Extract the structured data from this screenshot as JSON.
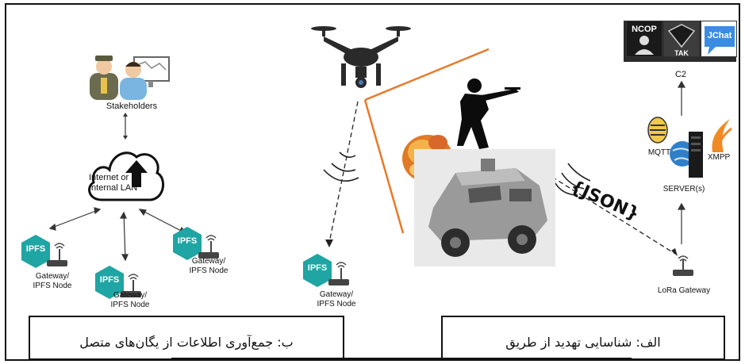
{
  "left_panel": {
    "stakeholders_label": "Stakeholders",
    "cloud_label_line1": "Internet or",
    "cloud_label_line2": "Internal LAN",
    "gateway_nodes": [
      {
        "ipfs": "IPFS",
        "label_line1": "Gateway/",
        "label_line2": "IPFS Node"
      },
      {
        "ipfs": "IPFS",
        "label_line1": "Gateway/",
        "label_line2": "IPFS Node"
      },
      {
        "ipfs": "IPFS",
        "label_line1": "Gateway/",
        "label_line2": "IPFS Node"
      }
    ]
  },
  "center_panel": {
    "drone_gateway": {
      "ipfs": "IPFS",
      "label_line1": "Gateway/",
      "label_line2": "IPFS Node"
    },
    "json_label": "{JSON}"
  },
  "right_panel": {
    "apps": [
      {
        "label": "NCOP"
      },
      {
        "label": "TAK"
      },
      {
        "label": "JChat"
      }
    ],
    "c2_label": "C2",
    "mqtt_label": "MQTT",
    "xmpp_label": "XMPP",
    "server_label": "SERVER(s)",
    "lora_label": "LoRa Gateway"
  },
  "captions": {
    "right_caption": "الف: شناسایی تهدید از طریق",
    "left_caption": "ب: جمع‌آوری اطلاعات از یگان‌های متصل"
  },
  "colors": {
    "ipfs_teal": "#1fa5a3",
    "fire_orange": "#e07a26",
    "line_orange": "#e8792a",
    "xmpp_orange": "#f08a24",
    "globe_blue": "#2f7fc9",
    "chat_blue": "#3a8de0",
    "app_dark": "#2b2b2b"
  }
}
